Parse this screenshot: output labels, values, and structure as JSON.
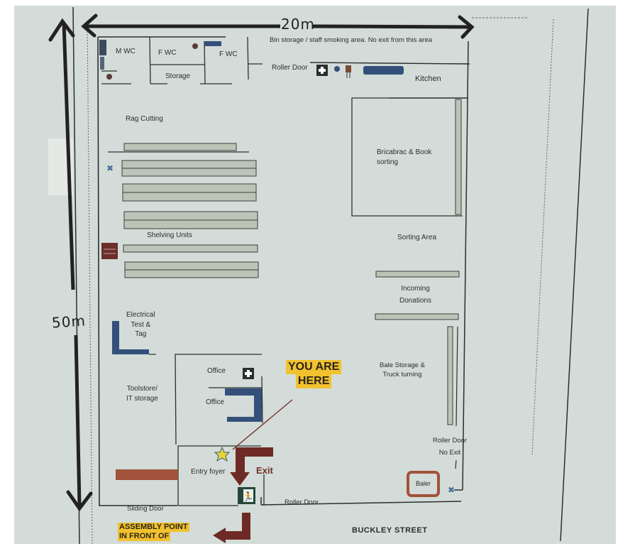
{
  "title": "Evacuation floor plan",
  "dimensions": {
    "width_label": "20m",
    "height_label": "50m"
  },
  "rooms": {
    "m_wc": "M WC",
    "f_wc_1": "F WC",
    "f_wc_2": "F WC",
    "storage": "Storage",
    "bin_storage": "Bin storage / staff smoking area. No exit from this area",
    "roller_door_top": "Roller Door",
    "kitchen": "Kitchen",
    "rag_cutting": "Rag Cutting",
    "shelving_units": "Shelving Units",
    "bricabrac_line1": "Bricabrac & Book",
    "bricabrac_line2": "sorting",
    "sorting_area": "Sorting Area",
    "incoming_line1": "Incoming",
    "incoming_line2": "Donations",
    "electrical_line1": "Electrical",
    "electrical_line2": "Test &",
    "electrical_line3": "Tag",
    "office_1": "Office",
    "office_2": "Office",
    "toolstore_line1": "Toolstore/",
    "toolstore_line2": "IT storage",
    "bale_line1": "Bale Storage &",
    "bale_line2": "Truck turning",
    "roller_door_right_line1": "Roller Door",
    "roller_door_right_line2": "No Exit",
    "entry_foyer": "Entry foyer",
    "sliding_door": "Sliding Door",
    "roller_door_bottom": "Roller Door",
    "baler": "Baler"
  },
  "markers": {
    "you_are_here_line1": "YOU ARE",
    "you_are_here_line2": "HERE",
    "exit": "Exit",
    "assembly_line1": "ASSEMBLY POINT",
    "assembly_line2": "IN FRONT OF"
  },
  "street": "BUCKLEY STREET",
  "icons": [
    "first-aid-icon",
    "fire-extinguisher-icon",
    "fire-hose-icon",
    "fire-blanket-icon",
    "exit-sign-icon",
    "you-are-here-star-icon",
    "evacuation-arrow-icon",
    "electrical-switch-icon"
  ],
  "colors": {
    "paper": "#d3dcd8",
    "wall": "#2b2f2e",
    "shelf": "#bcc4b8",
    "blue_fixture": "#34507a",
    "exit_arrow": "#6e2a24",
    "highlight": "#f2c12e"
  }
}
